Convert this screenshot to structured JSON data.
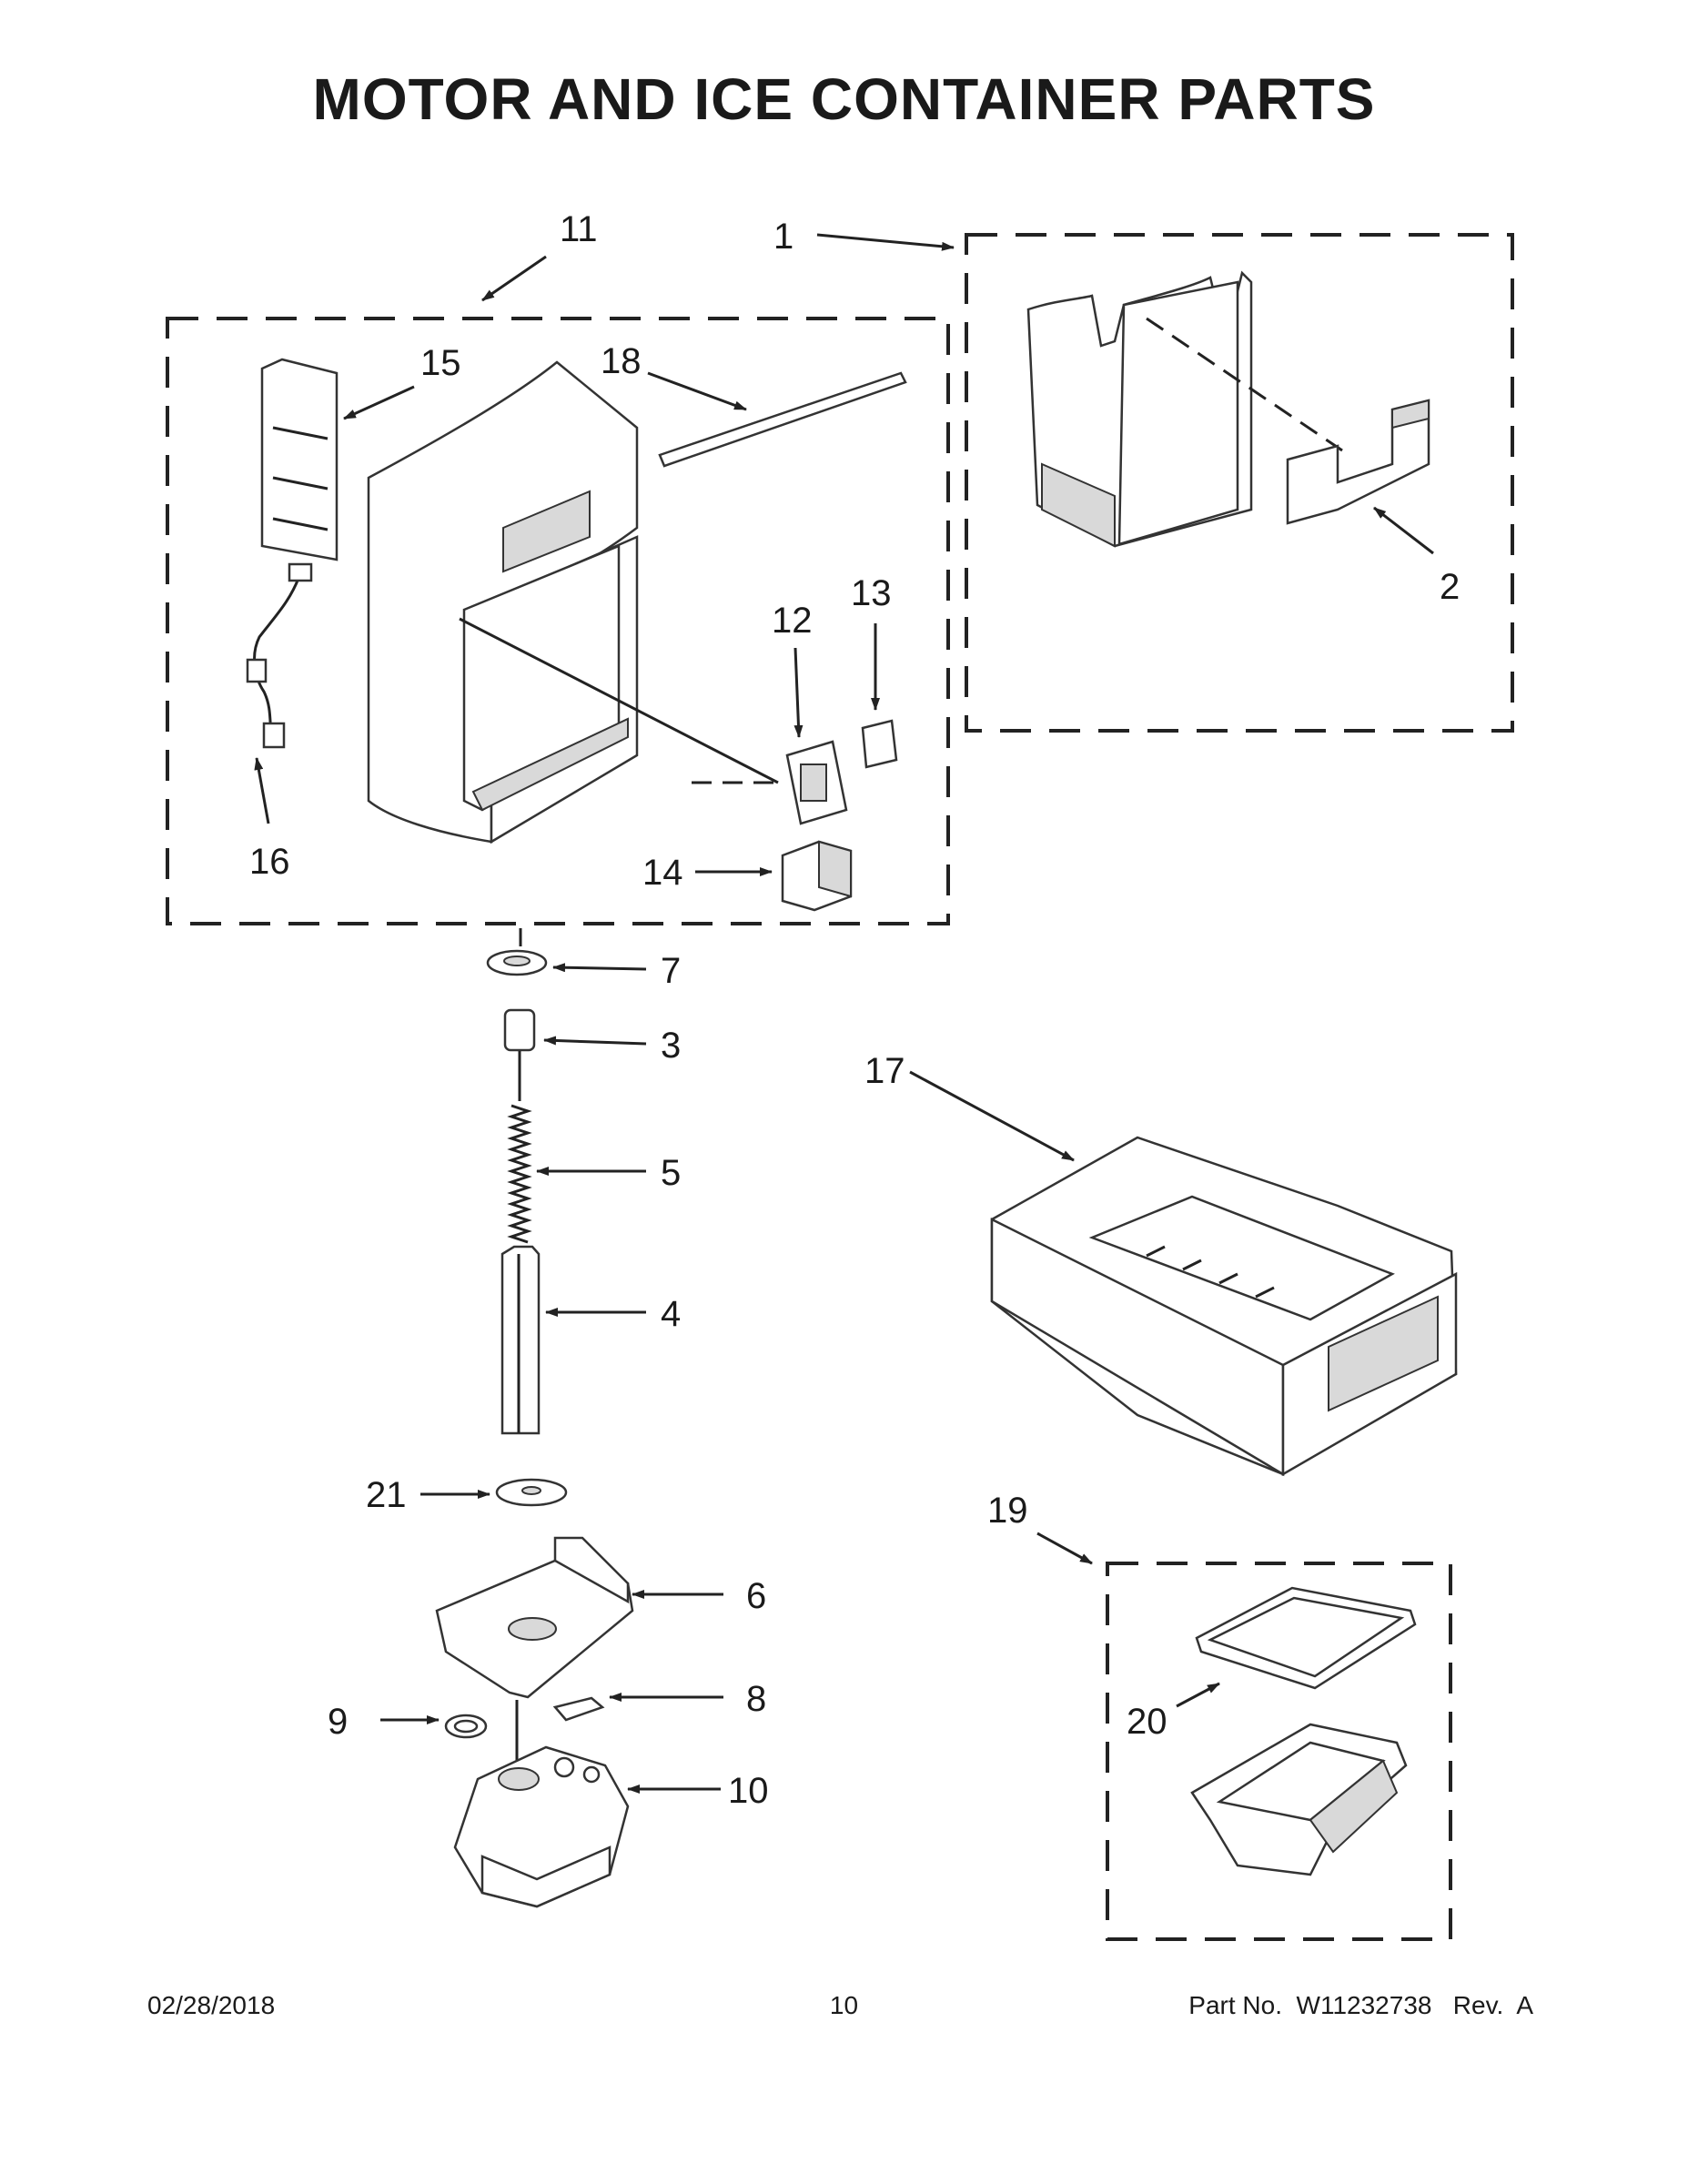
{
  "title": "MOTOR AND ICE CONTAINER PARTS",
  "callouts": {
    "c1": "1",
    "c2": "2",
    "c3": "3",
    "c4": "4",
    "c5": "5",
    "c6": "6",
    "c7": "7",
    "c8": "8",
    "c9": "9",
    "c10": "10",
    "c11": "11",
    "c12": "12",
    "c13": "13",
    "c14": "14",
    "c15": "15",
    "c16": "16",
    "c17": "17",
    "c18": "18",
    "c19": "19",
    "c20": "20",
    "c21": "21"
  },
  "footer": {
    "date": "02/28/2018",
    "page": "10",
    "part": "Part No.  W11232738   Rev.  A"
  }
}
